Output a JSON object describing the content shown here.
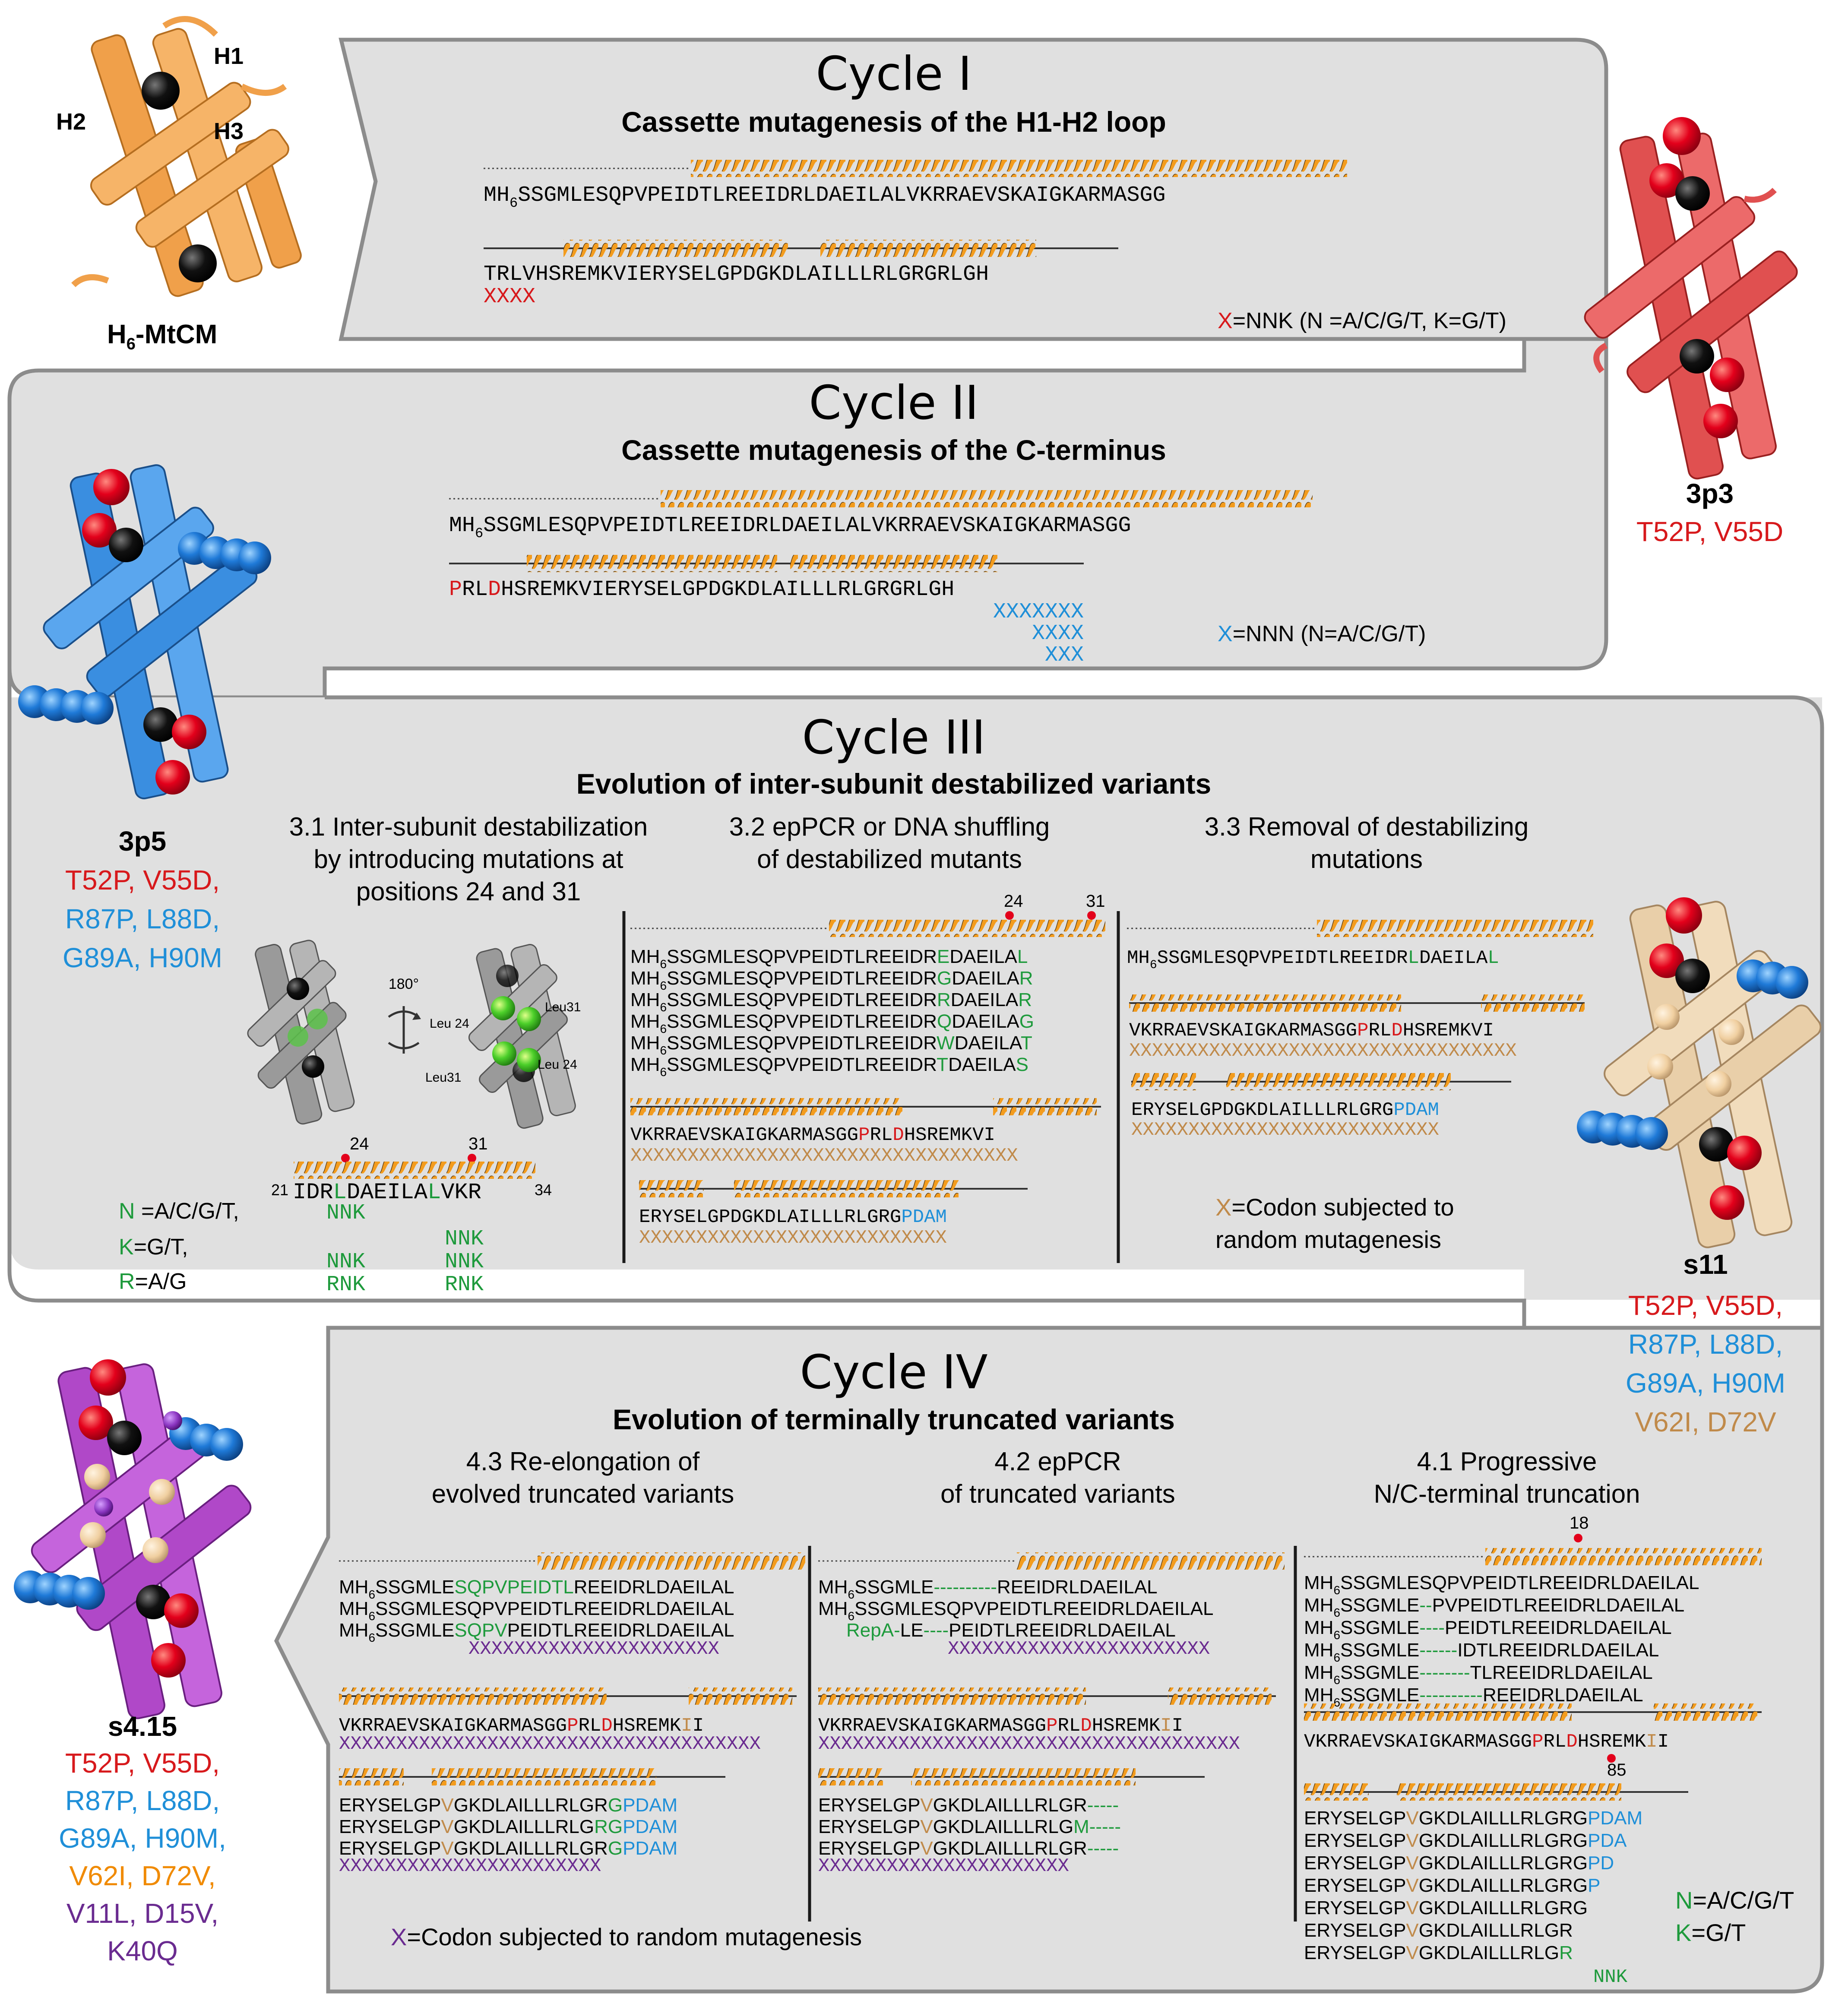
{
  "colors": {
    "panel": "#e0e0e0",
    "panel_border": "#8c8c8c",
    "helix": "#f39c1e",
    "red": "#d7191c",
    "blue": "#1f8fd8",
    "green": "#1e9a3c",
    "brown": "#c08a4a",
    "purple": "#6a2b90",
    "black": "#1a1a1a"
  },
  "top_struct": {
    "name_main": "H",
    "name_sub": "6",
    "name_rest": "-MtCM",
    "h1": "H1",
    "h2": "H2",
    "h3": "H3"
  },
  "cycle1": {
    "title": "Cycle I",
    "subtitle": "Cassette mutagenesis of the H1-H2 loop",
    "row1": {
      "pre": "MH",
      "sub": "6",
      "seq": "SSGMLESQPVPEIDTLREEIDRLDAEILALVKRRAEVSKAIGKARMASGG"
    },
    "row2": {
      "seq": "TRLVHSREMKVIERYSELGPDGKDLAILLLRLGRGRLGH"
    },
    "xmark": "XXXX",
    "legend_x": "X",
    "legend_rest": "=NNK (N =A/C/G/T, K=G/T)"
  },
  "v3p3": {
    "name": "3p3",
    "m1": "T52P,",
    "m2": "V55D"
  },
  "cycle2": {
    "title": "Cycle II",
    "subtitle": "Cassette mutagenesis of the C-terminus",
    "row1": {
      "pre": "MH",
      "sub": "6",
      "seq": "SSGMLESQPVPEIDTLREEIDRLDAEILALVKRRAEVSKAIGKARMASGG"
    },
    "row2": {
      "P": "P",
      "a": "RL",
      "D": "D",
      "b": "HSREMKVIERYSELGPDGKDLAILLLRLGRGRLGH"
    },
    "x_rows": [
      "XXXXXXX",
      "XXXX",
      "XXX"
    ],
    "legend_x": "X",
    "legend_rest": "=NNN (N=A/C/G/T)"
  },
  "v3p5": {
    "name": "3p5",
    "lines": [
      [
        "T52P,",
        "V55D,"
      ],
      [
        "R87P,",
        "L88D,"
      ],
      [
        "G89A,",
        "H90M"
      ]
    ]
  },
  "cycle3": {
    "title": "Cycle III",
    "subtitle": "Evolution of inter-subunit destabilized variants",
    "s31": [
      "3.1 Inter-subunit destabilization",
      "by introducing mutations at",
      "positions 24 and 31"
    ],
    "s32": [
      "3.2 epPCR or DNA shuffling",
      "of destabilized mutants"
    ],
    "s33": [
      "3.3 Removal of destabilizing",
      "mutations"
    ],
    "rot": "180°",
    "leu24a": "Leu 24",
    "leu31a": "Leu31",
    "leu31b": "Leu31",
    "leu24b": "Leu 24",
    "pos24": "24",
    "pos31": "31",
    "frag_start": "21",
    "frag_end": "34",
    "frag": {
      "a": "IDR",
      "L1": "L",
      "b": "DAEILA",
      "L2": "L",
      "c": "VKR"
    },
    "nnk_rows": [
      [
        "NNK",
        "NNK"
      ],
      [
        "NNK",
        "NNK"
      ],
      [
        "RNK",
        "RNK"
      ]
    ],
    "code": [
      [
        "N",
        " =A/C/G/T,"
      ],
      [
        "K",
        "=G/T,"
      ],
      [
        "R",
        "=A/G"
      ]
    ],
    "s32_rows": [
      {
        "pre": "MH",
        "sub": "6",
        "seq": "SSGMLESQPVPEIDTLREEIDR",
        "m1": "E",
        "mid": "DAEILA",
        "m2": "L"
      },
      {
        "pre": "MH",
        "sub": "6",
        "seq": "SSGMLESQPVPEIDTLREEIDR",
        "m1": "G",
        "mid": "DAEILA",
        "m2": "R"
      },
      {
        "pre": "MH",
        "sub": "6",
        "seq": "SSGMLESQPVPEIDTLREEIDR",
        "m1": "R",
        "mid": "DAEILA",
        "m2": "R"
      },
      {
        "pre": "MH",
        "sub": "6",
        "seq": "SSGMLESQPVPEIDTLREEIDR",
        "m1": "Q",
        "mid": "DAEILA",
        "m2": "G"
      },
      {
        "pre": "MH",
        "sub": "6",
        "seq": "SSGMLESQPVPEIDTLREEIDR",
        "m1": "W",
        "mid": "DAEILA",
        "m2": "T"
      },
      {
        "pre": "MH",
        "sub": "6",
        "seq": "SSGMLESQPVPEIDTLREEIDR",
        "m1": "T",
        "mid": "DAEILA",
        "m2": "S"
      }
    ],
    "s32_row2": {
      "a": "VKRRAEVSKAIGKARMASGG",
      "P": "P",
      "b": "RL",
      "D": "D",
      "c": "HSREMKVI"
    },
    "s32_x2": "XXXXXXXXXXXXXXXXXXXXXXXXXXXXXXXXXX",
    "s32_row3": {
      "a": "ERYSELGPDGKDLAILLLRLGRG",
      "b": "PDAM"
    },
    "s32_x3": "XXXXXXXXXXXXXXXXXXXXXXXXXXX",
    "s33_row1": {
      "pre": "MH",
      "sub": "6",
      "a": "SSGMLESQPVPEIDTLREEIDR",
      "L1": "L",
      "b": "DAEILA",
      "L2": "L"
    },
    "s33_row2": {
      "a": "VKRRAEVSKAIGKARMASGG",
      "P": "P",
      "b": "RL",
      "D": "D",
      "c": "HSREMKVI"
    },
    "s33_x2": "XXXXXXXXXXXXXXXXXXXXXXXXXXXXXXXXXX",
    "s33_row3": {
      "a": "ERYSELGPDGKDLAILLLRLGRG",
      "b": "PDAM"
    },
    "s33_x3": "XXXXXXXXXXXXXXXXXXXXXXXXXXX",
    "legend_x": "X",
    "legend_rest": "=Codon subjected to",
    "legend_rest2": "random mutagenesis"
  },
  "s11": {
    "name": "s11",
    "lines": [
      [
        "T52P,",
        "V55D,"
      ],
      [
        "R87P,",
        "L88D,"
      ],
      [
        "G89A,",
        "H90M"
      ],
      [
        "V62I,",
        "D72V"
      ]
    ]
  },
  "cycle4": {
    "title": "Cycle IV",
    "subtitle": "Evolution of terminally truncated variants",
    "s43": [
      "4.3 Re-elongation of",
      "evolved truncated variants"
    ],
    "s42": [
      "4.2 epPCR",
      "of truncated variants"
    ],
    "s41": [
      "4.1 Progressive",
      "N/C-terminal truncation"
    ],
    "pos18": "18",
    "pos85": "85",
    "s43_rows": [
      {
        "pre": "MH",
        "sub": "6",
        "a": "SSGMLE",
        "g": "SQPVPEIDTL",
        "b": "REEIDRLDAEILAL"
      },
      {
        "pre": "MH",
        "sub": "6",
        "a": "SSGMLESQPVPEIDTLREEIDRLDAEILAL",
        "g": "",
        "b": ""
      },
      {
        "pre": "MH",
        "sub": "6",
        "a": "SSGMLE",
        "g": "SQPV",
        "b": "PEIDTLREEIDRLDAEILAL"
      }
    ],
    "s43_x1": "XXXXXXXXXXXXXXXXXXXXXX",
    "s43_row2": {
      "a": "VKRRAEVSKAIGKARMASGG",
      "P": "P",
      "b": "RL",
      "D": "D",
      "c": "HSREMK",
      "I": "I",
      "d": "I"
    },
    "s43_x2": "XXXXXXXXXXXXXXXXXXXXXXXXXXXXXXXXXXXXX",
    "s43_rows3": [
      {
        "a": "ERYSELGP",
        "V": "V",
        "b": "GKDLAILLLRLGR",
        "g": "G",
        "c": "PDAM"
      },
      {
        "a": "ERYSELGP",
        "V": "V",
        "b": "GKDLAILLLRLG",
        "g": "RG",
        "c": "PDAM"
      },
      {
        "a": "ERYSELGP",
        "V": "V",
        "b": "GKDLAILLLRLGR",
        "g": "G",
        "c": "PDAM"
      }
    ],
    "s43_x3": "XXXXXXXXXXXXXXXXXXXXXXX",
    "s42_rows": [
      {
        "pre": "MH",
        "sub": "6",
        "a": "SSGMLE",
        "g": "----------",
        "b": "REEIDRLDAEILAL"
      },
      {
        "pre": "MH",
        "sub": "6",
        "a": "SSGMLESQPVPEIDTLREEIDRLDAEILAL",
        "g": "",
        "b": ""
      },
      {
        "pre": "",
        "sub": "",
        "a": "",
        "g": "RepA-",
        "b2": "LE",
        "g2": "----",
        "b": "PEIDTLREEIDRLDAEILAL"
      }
    ],
    "s42_x1": "XXXXXXXXXXXXXXXXXXXXXXX",
    "s42_row2": {
      "a": "VKRRAEVSKAIGKARMASGG",
      "P": "P",
      "b": "RL",
      "D": "D",
      "c": "HSREMK",
      "I": "I",
      "d": "I"
    },
    "s42_x2": "XXXXXXXXXXXXXXXXXXXXXXXXXXXXXXXXXXXXX",
    "s42_rows3": [
      {
        "a": "ERYSELGP",
        "V": "V",
        "b": "GKDLAILLLRLGR",
        "g": "-----"
      },
      {
        "a": "ERYSELGP",
        "V": "V",
        "b": "GKDLAILLLRLG",
        "g": "M-----"
      },
      {
        "a": "ERYSELGP",
        "V": "V",
        "b": "GKDLAILLLRLGR",
        "g": "-----"
      }
    ],
    "s42_x3": "XXXXXXXXXXXXXXXXXXXXXX",
    "s41_rows": [
      {
        "pre": "MH",
        "sub": "6",
        "a": "SSGMLESQPVPEIDTLREEIDRLDAEILAL",
        "g": "",
        "b": ""
      },
      {
        "pre": "MH",
        "sub": "6",
        "a": "SSGMLE",
        "g": "--",
        "b": "PVPEIDTLREEIDRLDAEILAL"
      },
      {
        "pre": "MH",
        "sub": "6",
        "a": "SSGMLE",
        "g": "----",
        "b": "PEIDTLREEIDRLDAEILAL"
      },
      {
        "pre": "MH",
        "sub": "6",
        "a": "SSGMLE",
        "g": "------",
        "b": "IDTLREEIDRLDAEILAL"
      },
      {
        "pre": "MH",
        "sub": "6",
        "a": "SSGMLE",
        "g": "--------",
        "b": "TLREEIDRLDAEILAL"
      },
      {
        "pre": "MH",
        "sub": "6",
        "a": "SSGMLE",
        "g": "----------",
        "b": "REEIDRLDAEILAL"
      }
    ],
    "s41_row2": {
      "a": "VKRRAEVSKAIGKARMASGG",
      "P": "P",
      "b": "RL",
      "D": "D",
      "c": "HSREMK",
      "I": "I",
      "d": "I"
    },
    "s41_rows3": [
      {
        "a": "ERYSELGP",
        "V": "V",
        "b": "GKDLAILLLRLGRG",
        "c": "PDAM"
      },
      {
        "a": "ERYSELGP",
        "V": "V",
        "b": "GKDLAILLLRLGRG",
        "c": "PDA"
      },
      {
        "a": "ERYSELGP",
        "V": "V",
        "b": "GKDLAILLLRLGRG",
        "c": "PD"
      },
      {
        "a": "ERYSELGP",
        "V": "V",
        "b": "GKDLAILLLRLGRG",
        "c": "P"
      },
      {
        "a": "ERYSELGP",
        "V": "V",
        "b": "GKDLAILLLRLGRG",
        "c": ""
      },
      {
        "a": "ERYSELGP",
        "V": "V",
        "b": "GKDLAILLLRLGR",
        "c": ""
      },
      {
        "a": "ERYSELGP",
        "V": "V",
        "b": "GKDLAILLLRLG",
        "R": "R"
      }
    ],
    "s41_nnk": "NNK",
    "code": [
      [
        "N",
        "=A/C/G/T"
      ],
      [
        "K",
        "=G/T"
      ]
    ],
    "legend_x": "X",
    "legend_rest": "=Codon subjected to random mutagenesis"
  },
  "s415": {
    "name": "s4.15",
    "lines": [
      {
        "c": "red",
        "t": [
          "T52P,",
          "V55D,"
        ]
      },
      {
        "c": "blue",
        "t": [
          "R87P,",
          "L88D,"
        ]
      },
      {
        "c": "blue",
        "t": [
          "G89A,",
          "H90M,"
        ]
      },
      {
        "c": "orange",
        "t": [
          "V62I,",
          "D72V,"
        ]
      },
      {
        "c": "purple",
        "t": [
          "V11L,",
          "D15V,"
        ]
      },
      {
        "c": "purple",
        "t": [
          "K40Q"
        ]
      }
    ]
  }
}
